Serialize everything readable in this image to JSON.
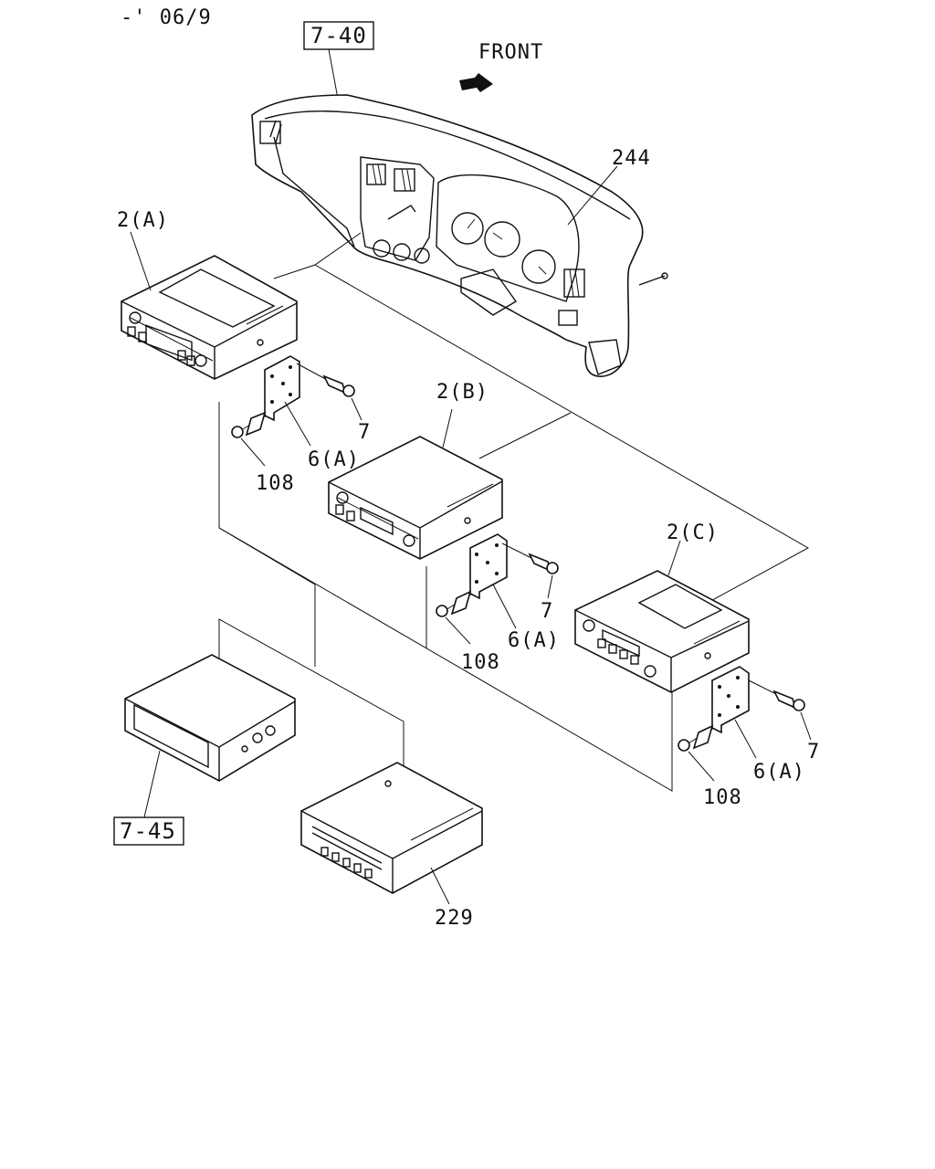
{
  "header": {
    "date_code": "-' 06/9"
  },
  "direction": {
    "label": "FRONT"
  },
  "reference_boxes": [
    {
      "id": "ref-7-40",
      "text": "7-40"
    },
    {
      "id": "ref-7-45",
      "text": "7-45"
    }
  ],
  "callouts": {
    "c244": "244",
    "c2a": "2(A)",
    "c2b": "2(B)",
    "c2c": "2(C)",
    "c7_a": "7",
    "c7_b": "7",
    "c7_c": "7",
    "c6a_a": "6(A)",
    "c6a_b": "6(A)",
    "c6a_c": "6(A)",
    "c108_a": "108",
    "c108_b": "108",
    "c108_c": "108",
    "c229": "229"
  }
}
